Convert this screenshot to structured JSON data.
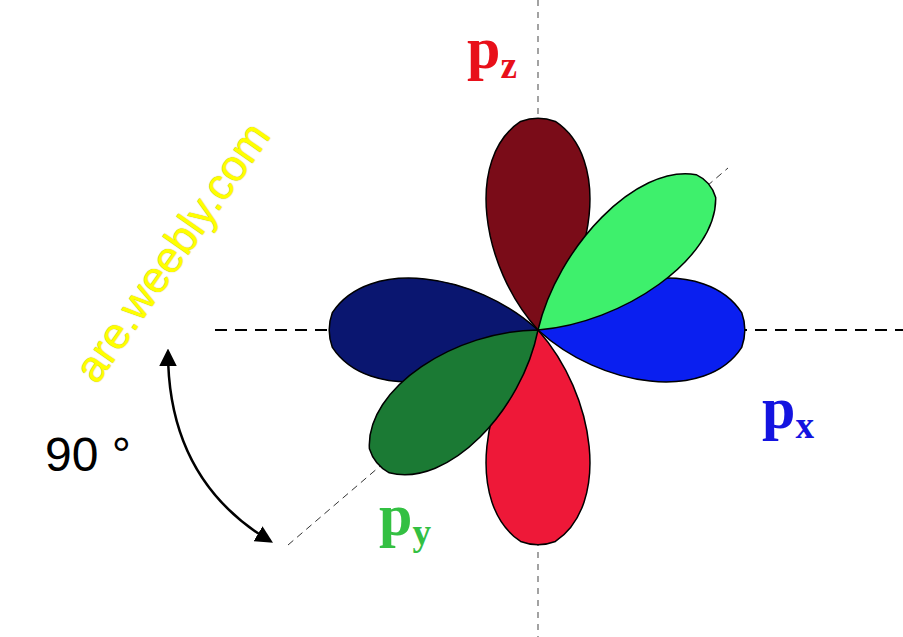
{
  "diagram": {
    "labels": [
      "pz",
      "px",
      "py",
      "90 °",
      "are.weebly.com"
    ]
  }
}
